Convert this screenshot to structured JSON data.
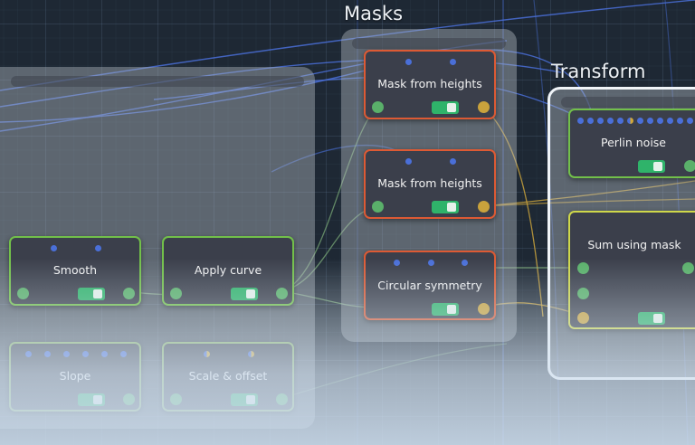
{
  "groups": {
    "masks": {
      "title": "Masks"
    },
    "transform": {
      "title": "Transform"
    }
  },
  "nodes": {
    "smooth": {
      "title": "Smooth",
      "enabled": true
    },
    "apply_curve": {
      "title": "Apply curve",
      "enabled": true
    },
    "slope": {
      "title": "Slope",
      "enabled": true
    },
    "scale_offset": {
      "title": "Scale & offset",
      "enabled": true
    },
    "mask_heights_1": {
      "title": "Mask from heights",
      "enabled": true
    },
    "mask_heights_2": {
      "title": "Mask from heights",
      "enabled": true
    },
    "circular_symmetry": {
      "title": "Circular symmetry",
      "enabled": true
    },
    "perlin_noise": {
      "title": "Perlin noise",
      "enabled": true
    },
    "sum_mask": {
      "title": "Sum using mask",
      "enabled": true
    }
  },
  "colors": {
    "canvas_bg": "#1e2834",
    "node_bg": "#3b3f4b",
    "node_border_default": "#72c04a",
    "node_border_mask": "#dd5a34",
    "node_border_selected": "#cfd84a",
    "port_input_blue": "#4a6fd8",
    "port_green": "#5ab06a",
    "port_yellow": "#c9a23c",
    "toggle_on": "#2fb36a",
    "wire_blue": "#4a6fd8",
    "wire_yellow": "#c9a23c",
    "wire_green": "#7fb07a"
  }
}
